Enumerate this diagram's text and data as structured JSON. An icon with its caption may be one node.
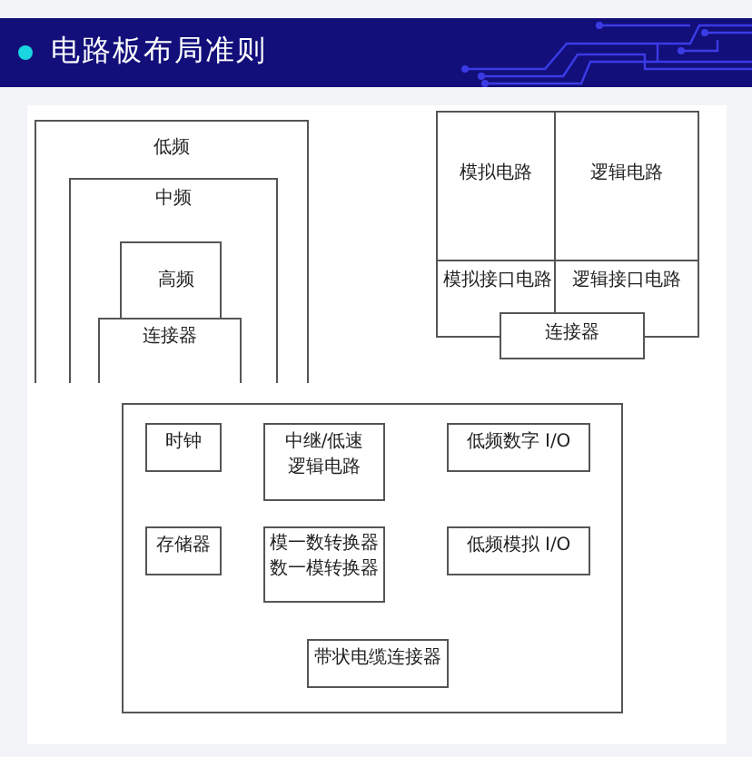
{
  "diagram": {
    "title": "电路板布局准则",
    "nodes": [
      {
        "text": [
          "低频"
        ]
      },
      {
        "text": [
          "中频"
        ],
        "in": 0
      },
      {
        "text": [
          "高频"
        ],
        "in": 1
      },
      {
        "text": [
          "连接器"
        ],
        "in": 1
      },
      {
        "text": [
          "模拟电路"
        ]
      },
      {
        "text": [
          "逻辑电路"
        ]
      },
      {
        "text": [
          "模拟接口电路"
        ]
      },
      {
        "text": [
          "逻辑接口电路"
        ]
      },
      {
        "text": [
          "连接器"
        ]
      },
      {
        "text": [],
        "shape": "box"
      },
      {
        "text": [
          "时钟"
        ],
        "in": 9
      },
      {
        "text": [
          "中继/低速逻辑电路"
        ],
        "in": 9
      },
      {
        "text": [
          "低频数字 I/O"
        ],
        "in": 9
      },
      {
        "text": [
          "存储器"
        ],
        "in": 9
      },
      {
        "text": [
          "模一数转换器数一模转换器"
        ],
        "in": 9
      },
      {
        "text": [
          "低频模拟 I/O"
        ],
        "in": 9
      },
      {
        "text": [
          "带状电缆连接器"
        ],
        "in": 9
      }
    ]
  }
}
